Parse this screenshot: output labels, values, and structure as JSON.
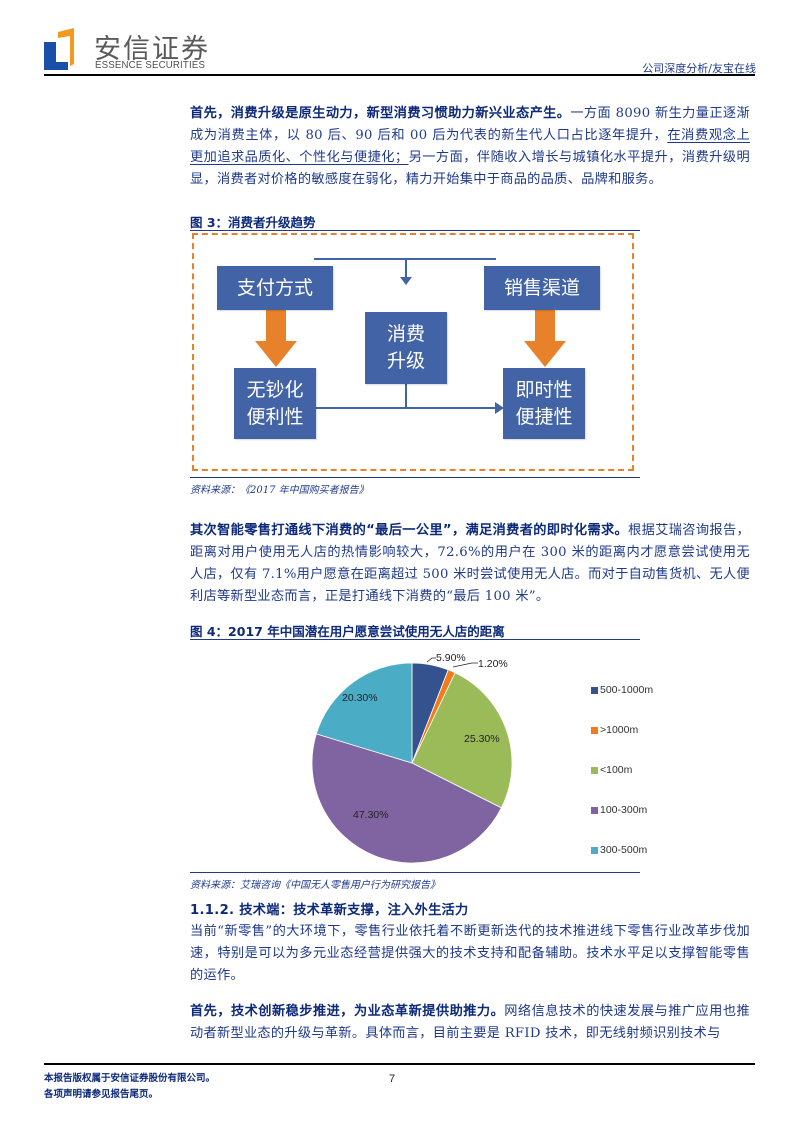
{
  "header": {
    "logo_cn": "安信证券",
    "logo_en": "ESSENCE SECURITIES",
    "right_text": "公司深度分析/友宝在线",
    "logo_colors": {
      "orange": "#f39a1e",
      "blue": "#1a4fa8"
    }
  },
  "para1": {
    "lead": "首先，消费升级是原生动力，新型消费习惯助力新兴业态产生。",
    "text_a": "一方面 8090 新生力量正逐渐成为消费主体，以 80 后、90 后和 00 后为代表的新生代人口占比逐年提升，",
    "underlined": "在消费观念上更加追求品质化、个性化与便捷化；",
    "text_b": "另一方面，伴随收入增长与城镇化水平提升，消费升级明显，消费者对价格的敏感度在弱化，精力开始集中于商品的品质、品牌和服务。"
  },
  "figure3": {
    "title": "图 3：消费者升级趋势",
    "boxes": {
      "payment": "支付方式",
      "sales_channel": "销售渠道",
      "center_line1": "消费",
      "center_line2": "升级",
      "cashless_line1": "无钞化",
      "cashless_line2": "便利性",
      "instant_line1": "即时性",
      "instant_line2": "便捷性"
    },
    "colors": {
      "box": "#4263a6",
      "arrow": "#e8822a",
      "border": "#e8822a"
    },
    "source": "资料来源：《2017 年中国购买者报告》"
  },
  "para2": {
    "lead": "其次智能零售打通线下消费的“最后一公里”，满足消费者的即时化需求。",
    "text": "根据艾瑞咨询报告，距离对用户使用无人店的热情影响较大，72.6%的用户在 300 米的距离内才愿意尝试使用无人店，仅有 7.1%用户愿意在距离超过 500 米时尝试使用无人店。而对于自动售货机、无人便利店等新型业态而言，正是打通线下消费的“最后 100 米”。"
  },
  "figure4": {
    "title": "图 4：2017 年中国潜在用户愿意尝试使用无人店的距离",
    "source": "资料来源：艾瑞咨询《中国无人零售用户行为研究报告》"
  },
  "chart_data": {
    "type": "pie",
    "title": "2017 年中国潜在用户愿意尝试使用无人店的距离",
    "categories": [
      "500-1000m",
      ">1000m",
      "<100m",
      "100-300m",
      "300-500m"
    ],
    "values": [
      5.9,
      1.2,
      25.3,
      47.3,
      20.3
    ],
    "labels": [
      "5.90%",
      "1.20%",
      "25.30%",
      "47.30%",
      "20.30%"
    ],
    "colors": [
      "#34528d",
      "#f07c1c",
      "#9bbb59",
      "#8064a2",
      "#4bacc6"
    ],
    "legend_position": "right",
    "start_angle_deg": 0,
    "direction": "clockwise"
  },
  "section": {
    "heading": "1.1.2. 技术端：技术革新支撑，注入外生活力",
    "para": "当前“新零售”的大环境下，零售行业依托着不断更新迭代的技术推进线下零售行业改革步伐加速，特别是可以为多元业态经营提供强大的技术支持和配备辅助。技术水平足以支撑智能零售的运作。"
  },
  "para4": {
    "lead": "首先，技术创新稳步推进，为业态革新提供助推力。",
    "text": "网络信息技术的快速发展与推广应用也推动者新型业态的升级与革新。具体而言，目前主要是 RFID 技术，即无线射频识别技术与"
  },
  "footer": {
    "line1": "本报告版权属于安信证券股份有限公司。",
    "line2": "各项声明请参见报告尾页。",
    "page_number": "7"
  }
}
